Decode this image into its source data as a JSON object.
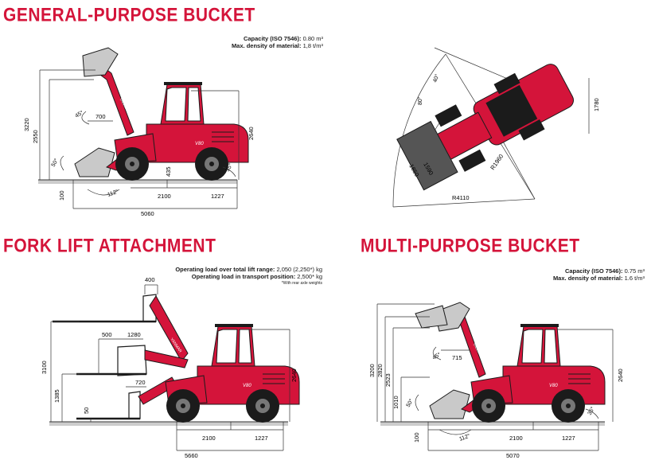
{
  "sections": {
    "general": {
      "title": "GENERAL-PURPOSE BUCKET",
      "specs": [
        {
          "label": "Capacity (ISO 7546):",
          "value": "0.80 m³"
        },
        {
          "label": "Max. density of material:",
          "value": "1,8 t/m³"
        }
      ],
      "dims": {
        "d3220": "3220",
        "d2550": "2550",
        "d700": "700",
        "d45": "45°",
        "d50": "50°",
        "d100": "100",
        "d112": "112°",
        "d2100": "2100",
        "d1227": "1227",
        "d5060": "5060",
        "d435": "435",
        "d35": "35°",
        "d2640": "2640"
      }
    },
    "turning": {
      "dims": {
        "d40": "40°",
        "d80": "80°",
        "d1780": "1780",
        "d1850": "1850",
        "d1590": "1590",
        "dR1960": "R1960",
        "dR4110": "R4110"
      }
    },
    "fork": {
      "title": "FORK LIFT ATTACHMENT",
      "specs": [
        {
          "label": "Operating load over total lift range:",
          "value": "2,050 (2,250*) kg"
        },
        {
          "label": "Operating load in transport position:",
          "value": "2,500* kg"
        }
      ],
      "note": "*With rear axle weights",
      "dims": {
        "d400": "400",
        "d500": "500",
        "d1280": "1280",
        "d720": "720",
        "d3100": "3100",
        "d1385": "1385",
        "d50": "50",
        "d2100": "2100",
        "d1227": "1227",
        "d5660": "5660",
        "d2640": "2640"
      }
    },
    "multi": {
      "title": "MULTI-PURPOSE BUCKET",
      "specs": [
        {
          "label": "Capacity (ISO 7546):",
          "value": "0.75 m³"
        },
        {
          "label": "Max. density of material:",
          "value": "1.6 t/m³"
        }
      ],
      "dims": {
        "d3200": "3200",
        "d2820": "2820",
        "d2523": "2523",
        "d1010": "1010",
        "d715": "715",
        "d45": "45°",
        "d50": "50°",
        "d100": "100",
        "d112": "112°",
        "d2100": "2100",
        "d1227": "1227",
        "d5070": "5070",
        "d35": "35°",
        "d2640": "2640"
      }
    }
  },
  "brand": {
    "logo_text": "YANMAR",
    "model": "V80"
  },
  "colors": {
    "red": "#d4143a",
    "dark": "#1b1b1b",
    "line": "#333333",
    "ground": "#cccccc"
  }
}
